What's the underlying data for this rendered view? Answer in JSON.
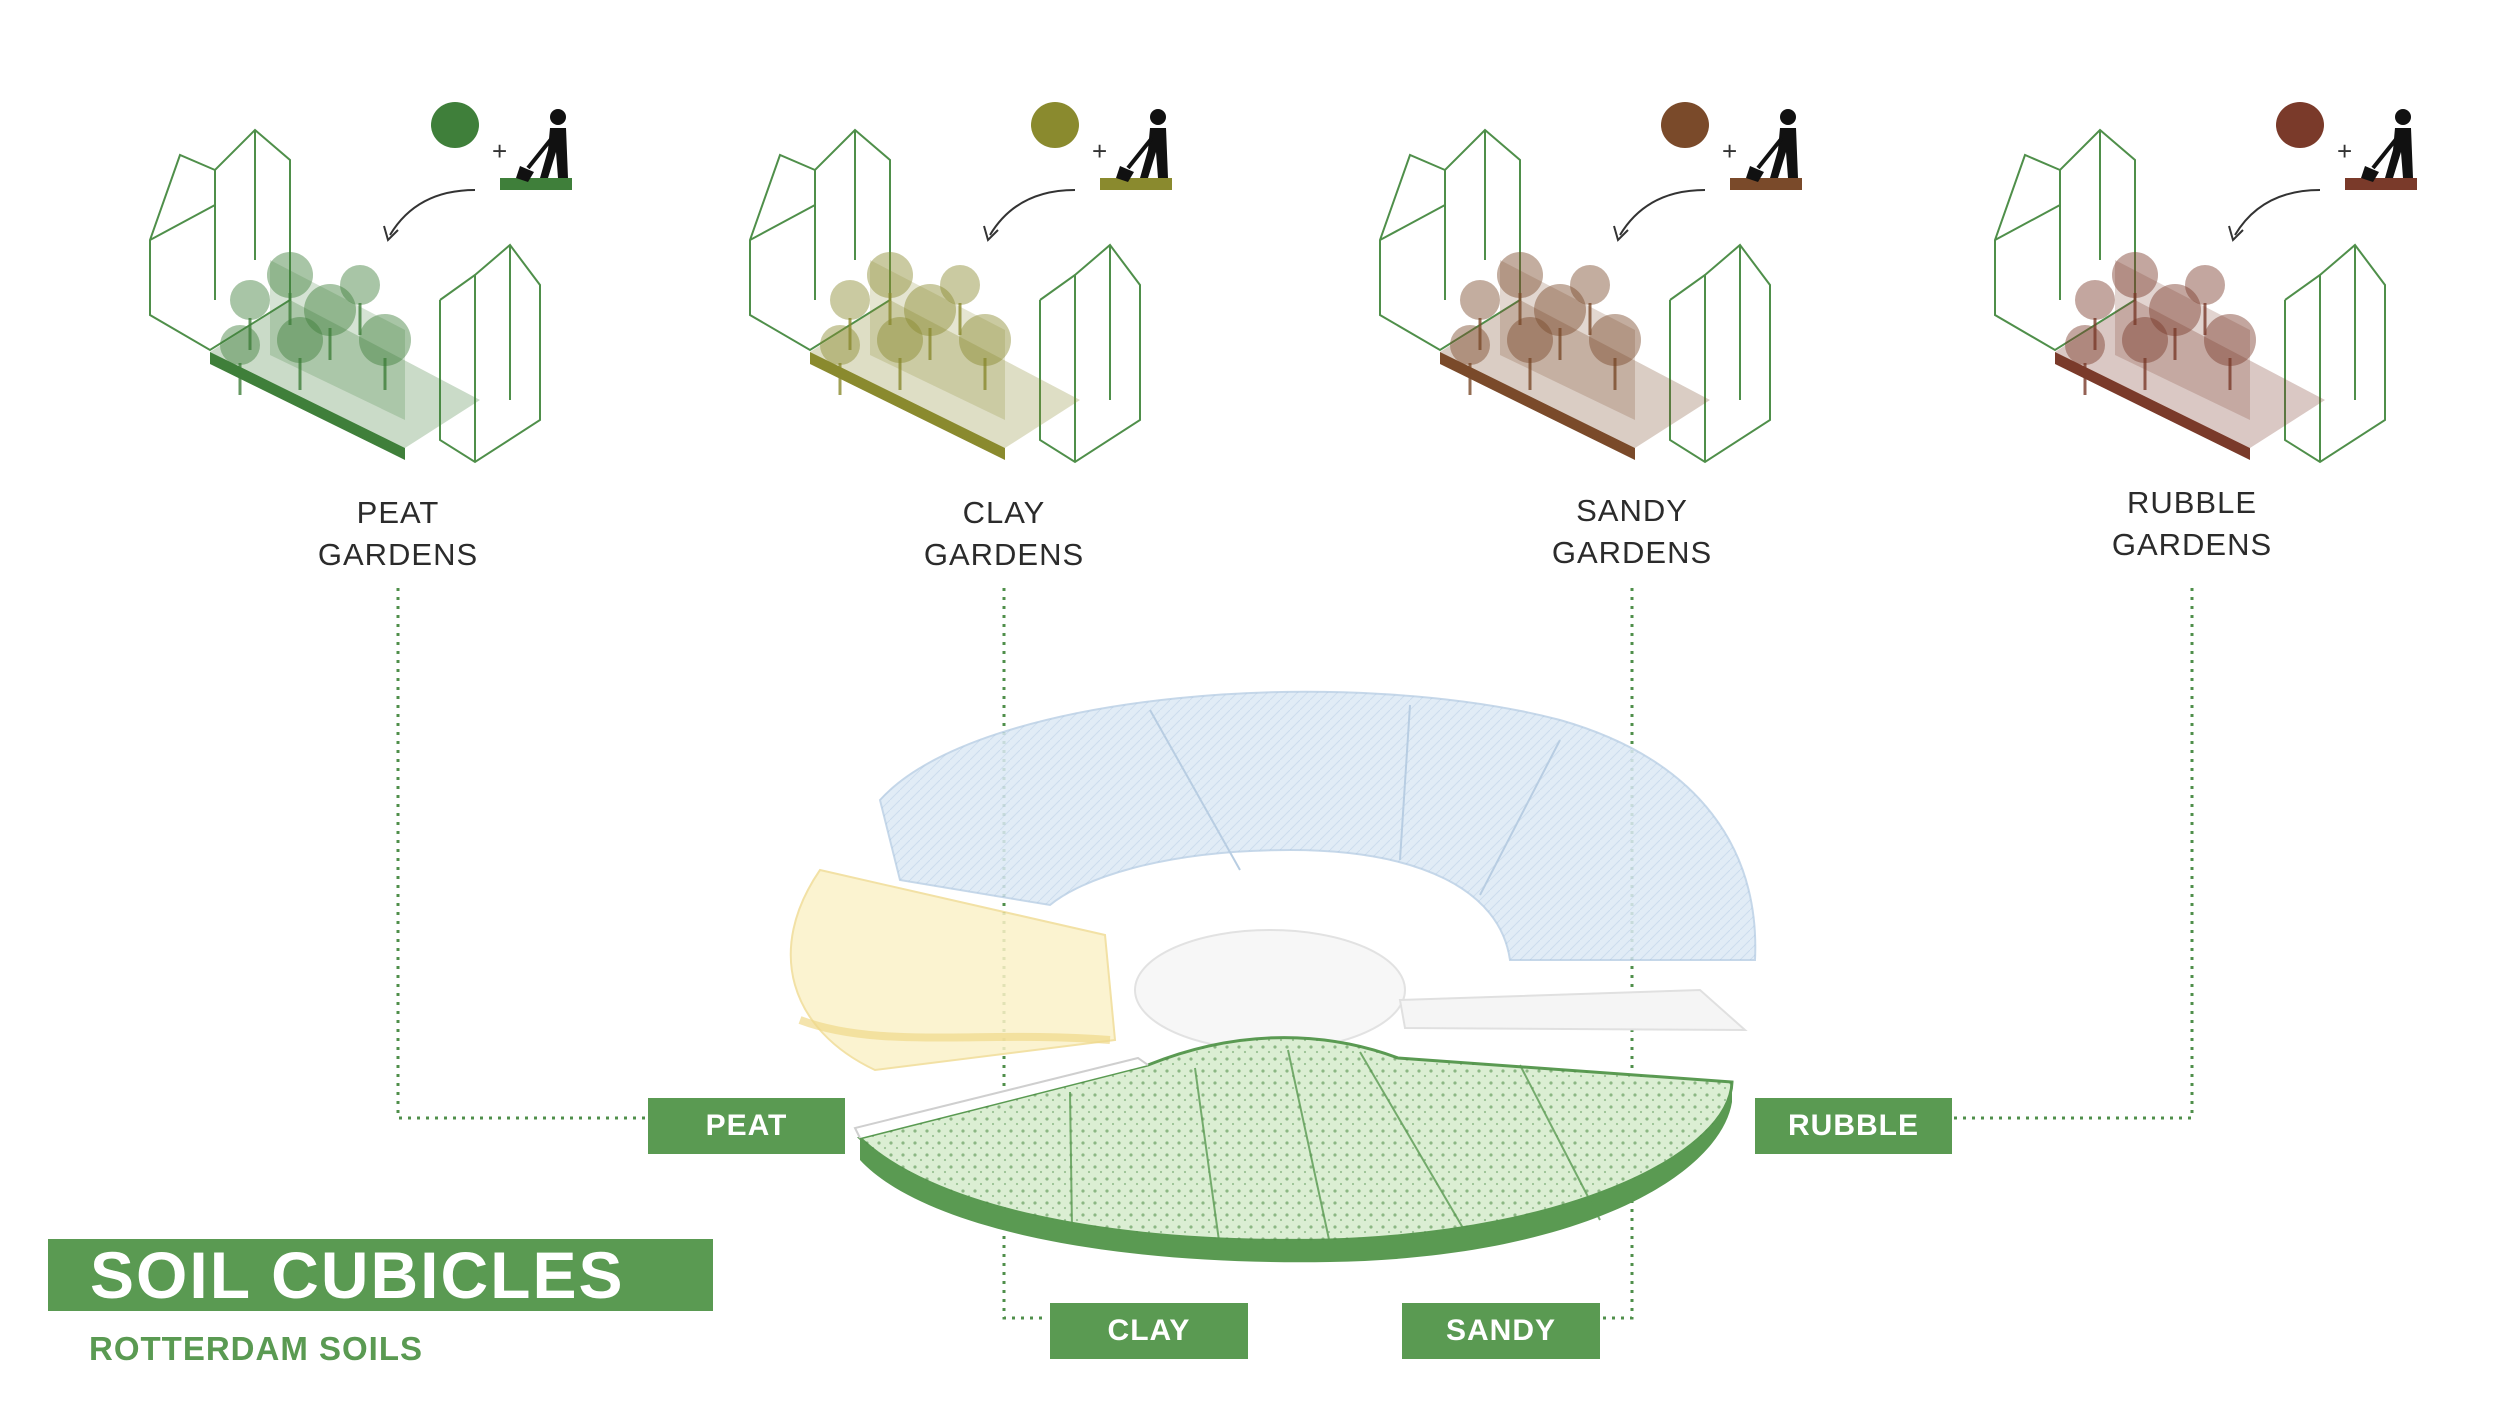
{
  "colors": {
    "accent_green": "#5a9a52",
    "peat": "#3f7f3a",
    "clay": "#8a8a2e",
    "sandy": "#7a4a2a",
    "rubble": "#7a3a2a",
    "leader": "#4f8f4a"
  },
  "gardens": [
    {
      "title_line1": "PEAT",
      "title_line2": "GARDENS",
      "soil_color": "#3f7f3a"
    },
    {
      "title_line1": "CLAY",
      "title_line2": "GARDENS",
      "soil_color": "#8a8a2e"
    },
    {
      "title_line1": "SANDY",
      "title_line2": "GARDENS",
      "soil_color": "#7a4a2a"
    },
    {
      "title_line1": "RUBBLE",
      "title_line2": "GARDENS",
      "soil_color": "#7a3a2a"
    }
  ],
  "plus_sign": "+",
  "soil_labels": {
    "peat": "PEAT",
    "clay": "CLAY",
    "sandy": "SANDY",
    "rubble": "RUBBLE"
  },
  "title": "SOIL CUBICLES",
  "subtitle": "ROTTERDAM SOILS",
  "icons": {
    "soil_sample": "soil-sample-circle-icon",
    "gardener": "gardener-digging-icon",
    "arrow": "curved-arrow-icon"
  }
}
